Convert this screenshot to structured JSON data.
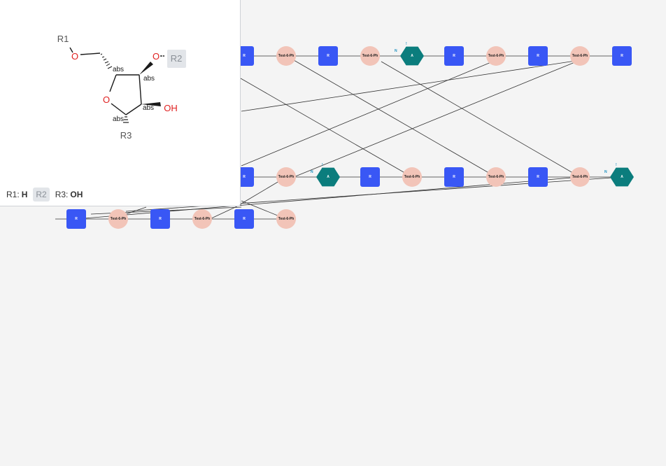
{
  "colors": {
    "background": "#f4f4f4",
    "sugar": "#3957f5",
    "linker": "#f2c4b8",
    "base": "#0b7d7d",
    "bond": "#333333",
    "base_tag": "#1b8fbf"
  },
  "sequence": {
    "sugar_label": "R",
    "linker_label": "Test-6-Ph",
    "base_label": "A",
    "base_tag_left": "N",
    "base_tag_top": "!"
  },
  "structure_preview": {
    "r1": "R1",
    "r2": "R2",
    "r3": "R3",
    "o_ring": "O",
    "o_left": "O",
    "o_right": "O",
    "oh": "OH",
    "stereo": [
      "abs",
      "abs",
      "abs",
      "abs"
    ],
    "rgroups": [
      {
        "name": "R1:",
        "value": "H"
      },
      {
        "name": "R2",
        "value": ""
      },
      {
        "name": "R3:",
        "value": "OH"
      }
    ]
  }
}
